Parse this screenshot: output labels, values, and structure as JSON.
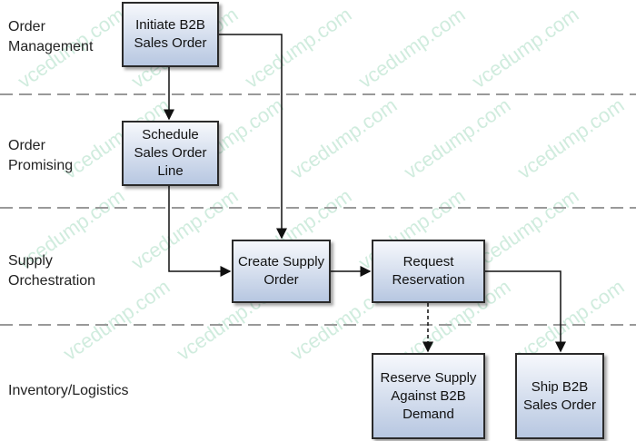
{
  "watermark": "vcedump.com",
  "lanes": [
    {
      "line1": "Order",
      "line2": "Management"
    },
    {
      "line1": "Order",
      "line2": "Promising"
    },
    {
      "line1": "Supply",
      "line2": "Orchestration"
    },
    {
      "line1": "Inventory/Logistics",
      "line2": ""
    }
  ],
  "boxes": {
    "initiate": "Initiate B2B Sales Order",
    "schedule": "Schedule Sales Order Line",
    "create": "Create Supply Order",
    "request": "Request Reservation",
    "reserve": "Reserve Supply Against B2B Demand",
    "ship": "Ship B2B Sales Order"
  }
}
